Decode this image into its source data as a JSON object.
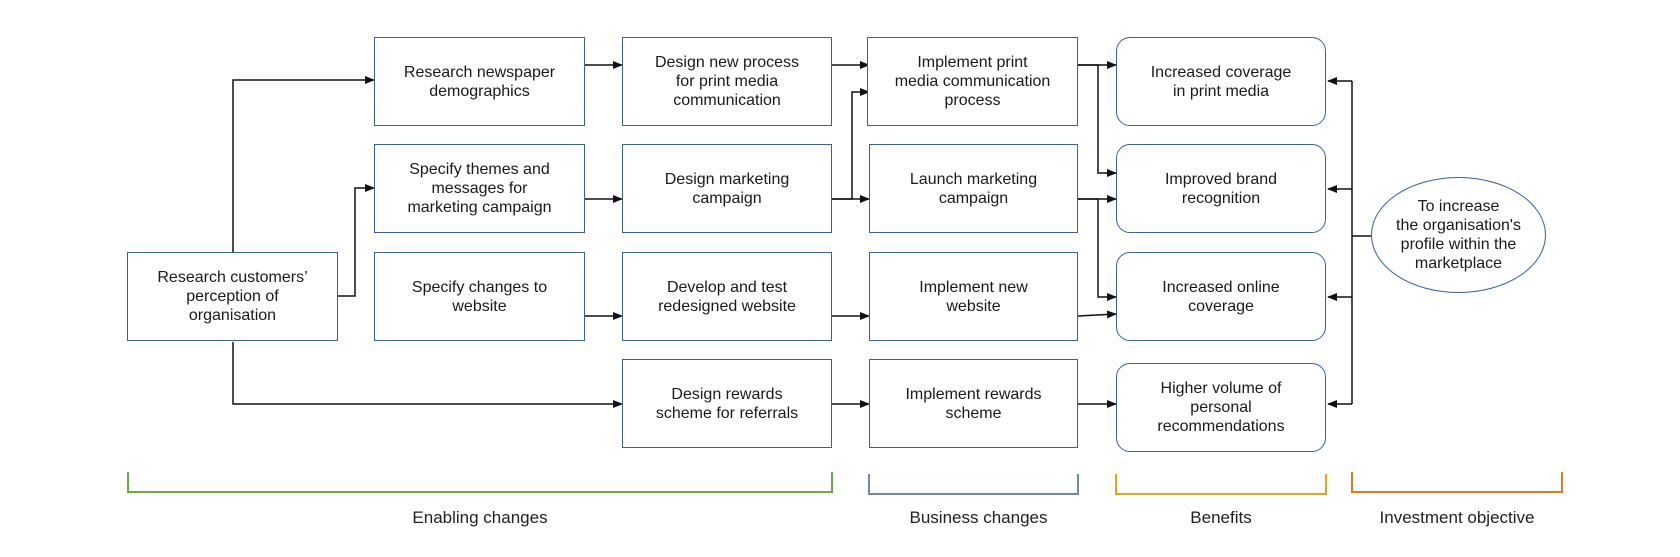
{
  "boxes": {
    "research_customers": "Research customers’\nperception of\norganisation",
    "research_newspaper": "Research newspaper\ndemographics",
    "specify_themes": "Specify themes and\nmessages for\nmarketing campaign",
    "specify_website": "Specify changes to\nwebsite",
    "design_print": "Design new process\nfor print media\ncommunication",
    "design_marketing": "Design marketing\ncampaign",
    "develop_website": "Develop and test\nredesigned website",
    "design_rewards": "Design rewards\nscheme for referrals",
    "implement_print": "Implement print\nmedia communication\nprocess",
    "launch_marketing": "Launch marketing\ncampaign",
    "implement_website": "Implement new\nwebsite",
    "implement_rewards": "Implement rewards\nscheme",
    "benefit_print": "Increased coverage\nin print media",
    "benefit_brand": "Improved brand\nrecognition",
    "benefit_online": "Increased online\ncoverage",
    "benefit_recommend": "Higher volume of\npersonal\nrecommendations",
    "objective": "To increase\nthe organisation's\nprofile within the\nmarketplace"
  },
  "sections": {
    "enabling": "Enabling changes",
    "business": "Business changes",
    "benefits": "Benefits",
    "objective": "Investment objective"
  },
  "colors": {
    "box_border": "#3b5fa3",
    "enabling": "#6aaa45",
    "business": "#7088b0",
    "benefits": "#e8a317",
    "objective": "#e87a1e"
  }
}
